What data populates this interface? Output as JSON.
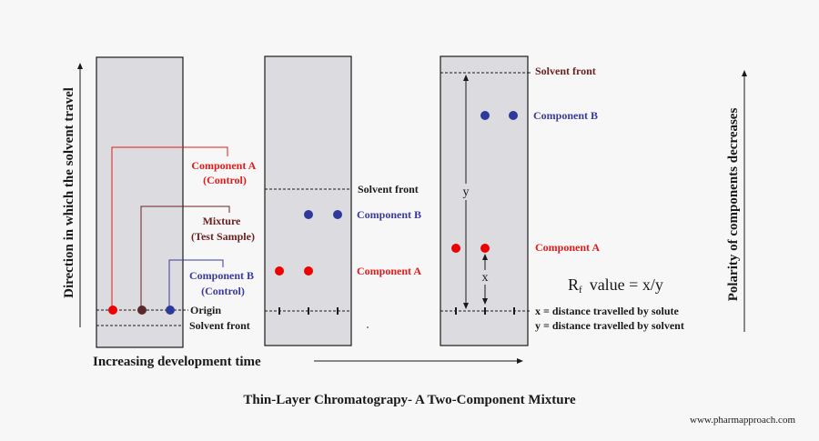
{
  "colors": {
    "background": "#f7f7f8",
    "plate": "#dcdce0",
    "red": "#ee0000",
    "blue": "#2e3a9a",
    "mixture": "#5a2a2a",
    "maroon": "#6b2020",
    "red_text": "#e01b1b",
    "blue_text": "#3a3a9a",
    "text": "#1a1a1a"
  },
  "left_axis_label": "Direction in which the solvent  travel",
  "right_axis_label": "Polarity of components decreases",
  "bottom_axis_label": "Increasing development time",
  "title": "Thin-Layer Chromatograpy- A Two-Component Mixture",
  "watermark": "www.pharmapproach.com",
  "plate1": {
    "component_a": [
      "Component A",
      "(Control)"
    ],
    "mixture": [
      "Mixture",
      "(Test Sample)"
    ],
    "component_b": [
      "Component B",
      "(Control)"
    ],
    "origin": "Origin",
    "solvent_front": "Solvent front"
  },
  "plate2": {
    "solvent_front": "Solvent front",
    "component_b": "Component B",
    "component_a": "Component A"
  },
  "plate3": {
    "solvent_front": "Solvent front",
    "component_b": "Component B",
    "component_a": "Component A",
    "y_label": "y",
    "x_label": "x"
  },
  "rf": {
    "prefix": "R",
    "sub": "f",
    "equation": "value = x/y",
    "x_def": "x = distance travelled by solute",
    "y_def": "y = distance travelled by solvent"
  }
}
